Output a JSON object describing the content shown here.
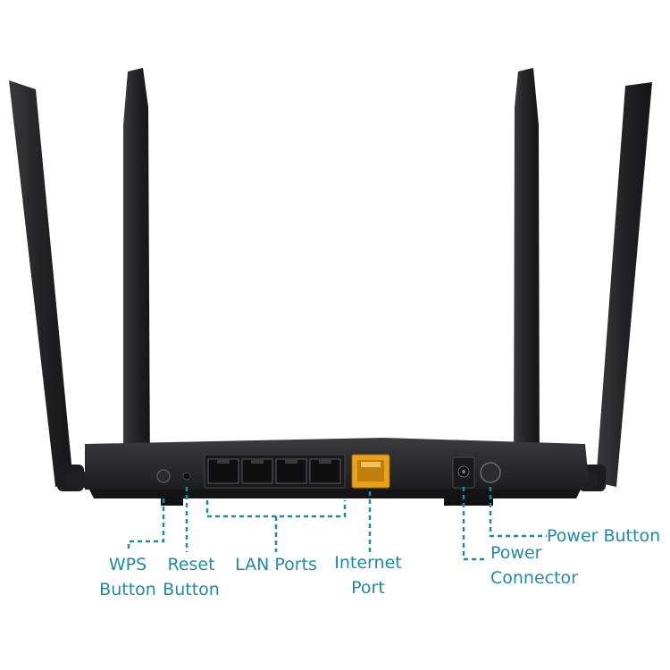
{
  "labels": {
    "wps": [
      "WPS",
      "Button"
    ],
    "reset": [
      "Reset",
      "Button"
    ],
    "lan": "LAN Ports",
    "internet": [
      "Internet",
      "Port"
    ],
    "power_button": "Power Button",
    "power_connector": [
      "Power",
      "Connector"
    ]
  },
  "colors": {
    "accent": "#1e8aa6",
    "router_body": "#2b2b2d",
    "antenna": "#262628",
    "internet_port": "#e8a21c"
  }
}
